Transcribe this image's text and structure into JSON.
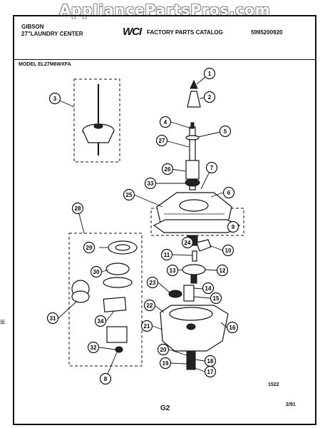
{
  "watermark": "AppliancePartsPros.com",
  "header": {
    "brand": "GIBSON",
    "product": "27\"LAUNDRY CENTER",
    "logo": "WCI",
    "catalog": "FACTORY PARTS CATALOG",
    "part_number": "5995200920"
  },
  "model": "MODEL EL27M6WXFA",
  "footer": {
    "page": "G2",
    "date": "2/91",
    "code": "1522"
  },
  "side_mark": "||||",
  "callouts": [
    "1",
    "2",
    "3",
    "4",
    "5",
    "27",
    "7",
    "26",
    "33",
    "6",
    "25",
    "9",
    "28",
    "24",
    "10",
    "29",
    "11",
    "13",
    "12",
    "30",
    "23",
    "14",
    "15",
    "22",
    "16",
    "31",
    "21",
    "34",
    "20",
    "18",
    "32",
    "19",
    "17",
    "8"
  ]
}
